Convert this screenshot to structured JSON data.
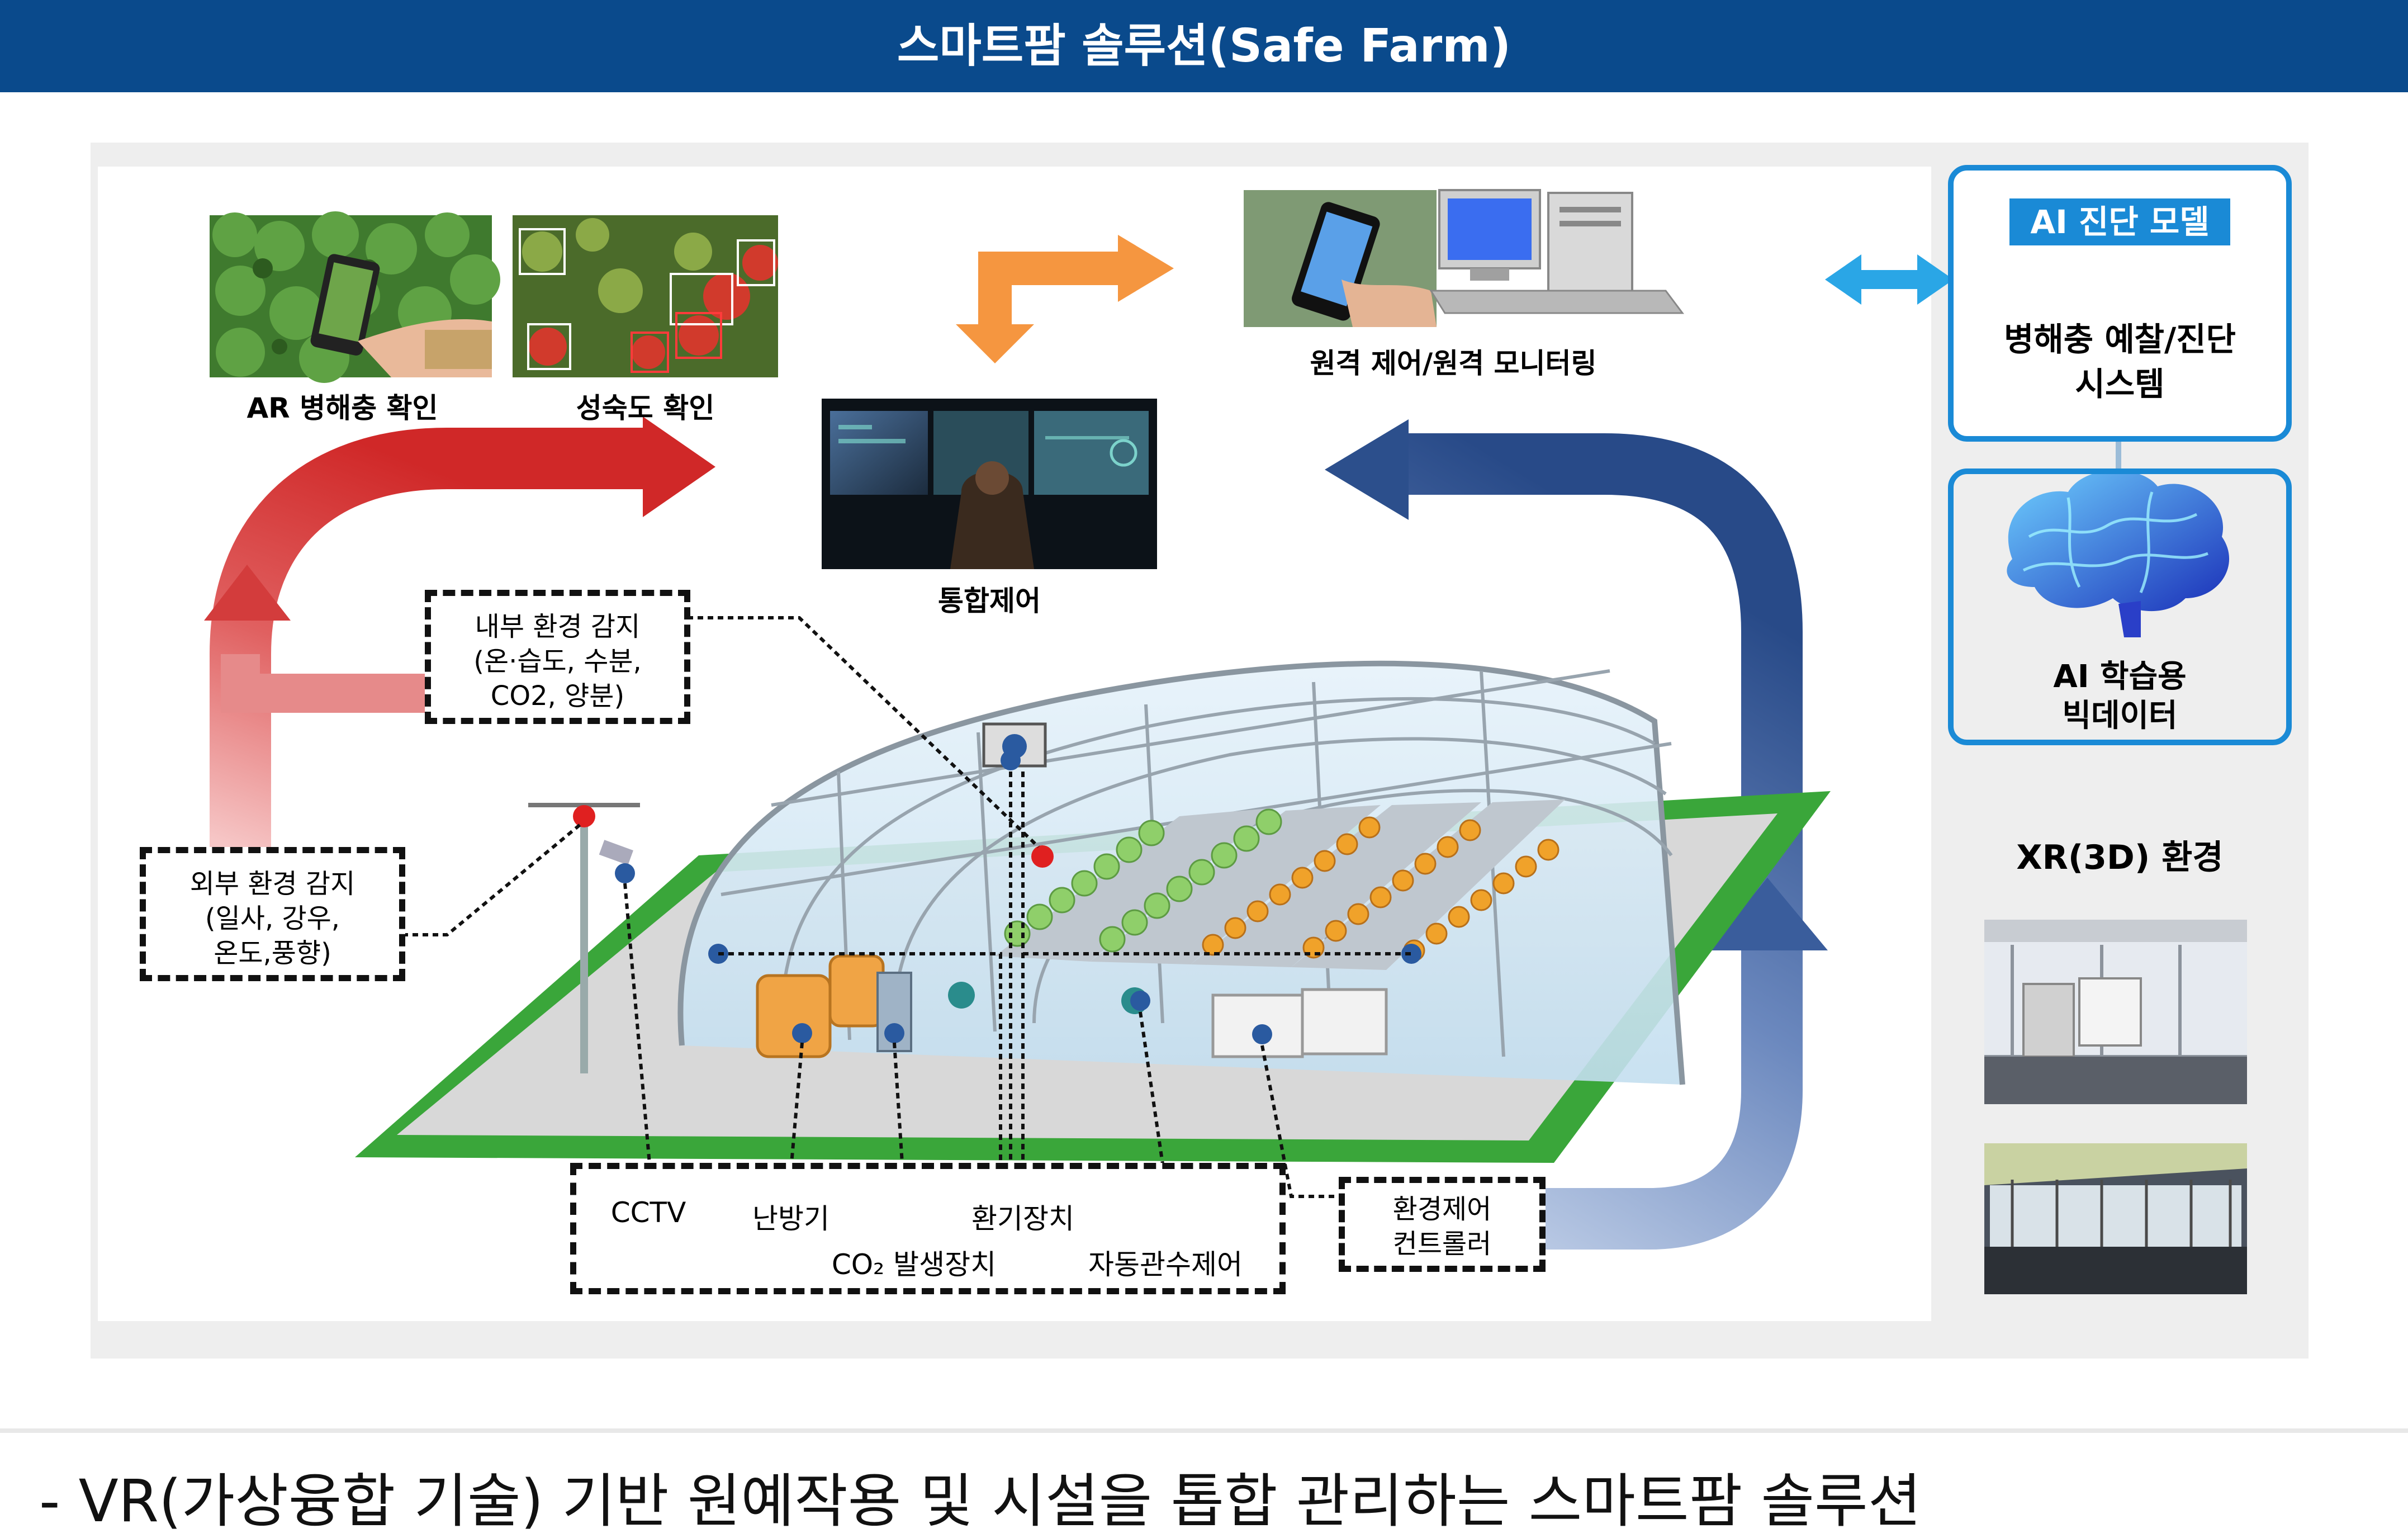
{
  "header": {
    "title": "스마트팜 솔루션(Safe Farm)"
  },
  "photos": {
    "ar_label": "AR 병해충 확인",
    "ripeness_label": "성숙도 확인",
    "remote_label": "원격 제어/원격 모니터링",
    "control_label": "통합제어"
  },
  "ai_panel": {
    "model_tag": "AI 진단 모델",
    "model_text_1": "병해충 예찰/진단",
    "model_text_2": "시스템",
    "bigdata_1": "AI 학습용",
    "bigdata_2": "빅데이터",
    "xr_label": "XR(3D) 환경"
  },
  "sensors": {
    "internal": "내부 환경 감지\n(온·습도, 수분,\nCO2, 양분)",
    "external": "외부 환경 감지\n(일사, 강우,\n온도,풍향)",
    "controller": "환경제어\n컨트롤러"
  },
  "devices": {
    "cctv": "CCTV",
    "heater": "난방기",
    "ventilation": "환기장치",
    "co2": "CO₂ 발생장치",
    "irrigation": "자동관수제어"
  },
  "colors": {
    "header": "#0a4a8c",
    "accent_blue": "#1a8ad6",
    "red_arrow": "#d43a3a",
    "navy_arrow": "#2c4f8c",
    "orange_arrow": "#f59640",
    "cyan_arrow": "#2aa6e6",
    "grass": "#3aa63a"
  },
  "footer": {
    "text": "- VR(가상융합 기술) 기반 원예작용 및 시설을 톱합 관리하는 스마트팜 솔루션"
  }
}
